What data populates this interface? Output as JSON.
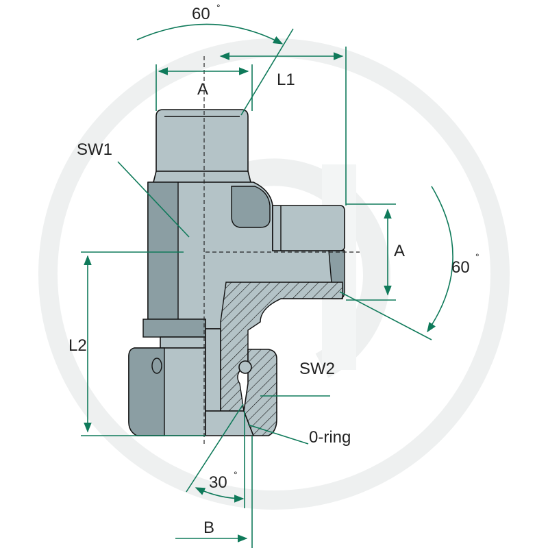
{
  "labels": {
    "angle_top": "60",
    "angle_right": "60",
    "angle_bottom": "30",
    "degree_mark": "°",
    "l1": "L1",
    "l2": "L2",
    "a_top": "A",
    "a_right": "A",
    "sw1": "SW1",
    "sw2": "SW2",
    "o_ring": "0-ring",
    "b": "B"
  },
  "colors": {
    "body": "#b4c3c7",
    "body_dark": "#8b9ea3",
    "outline": "#111111",
    "dimension": "#0f7a5a",
    "watermark": "#eef0f0"
  }
}
